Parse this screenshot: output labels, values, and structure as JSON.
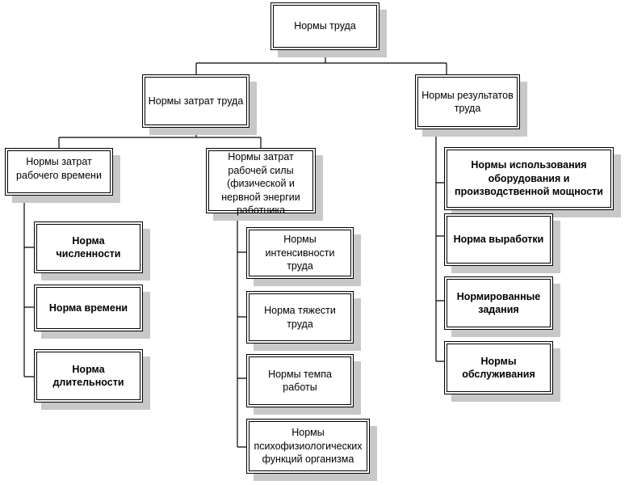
{
  "diagram": {
    "root": "Нормы труда",
    "labor_cost_norms": {
      "title": "Нормы затрат труда",
      "work_time": {
        "title": "Нормы затрат рабочего времени",
        "items": [
          "Норма численности",
          "Норма времени",
          "Норма длительности"
        ]
      },
      "labor_force": {
        "title": "Нормы затрат рабочей силы (физической и нервной энергии работника",
        "items": [
          "Нормы интенсивности труда",
          "Норма тяжести труда",
          "Нормы темпа работы",
          "Нормы психофизиологических функций организма"
        ]
      }
    },
    "labor_result_norms": {
      "title": "Нормы результатов труда",
      "items": [
        "Нормы использования оборудования и производственной мощности",
        "Норма выработки",
        "Нормированные задания",
        "Нормы обслуживания"
      ]
    }
  }
}
